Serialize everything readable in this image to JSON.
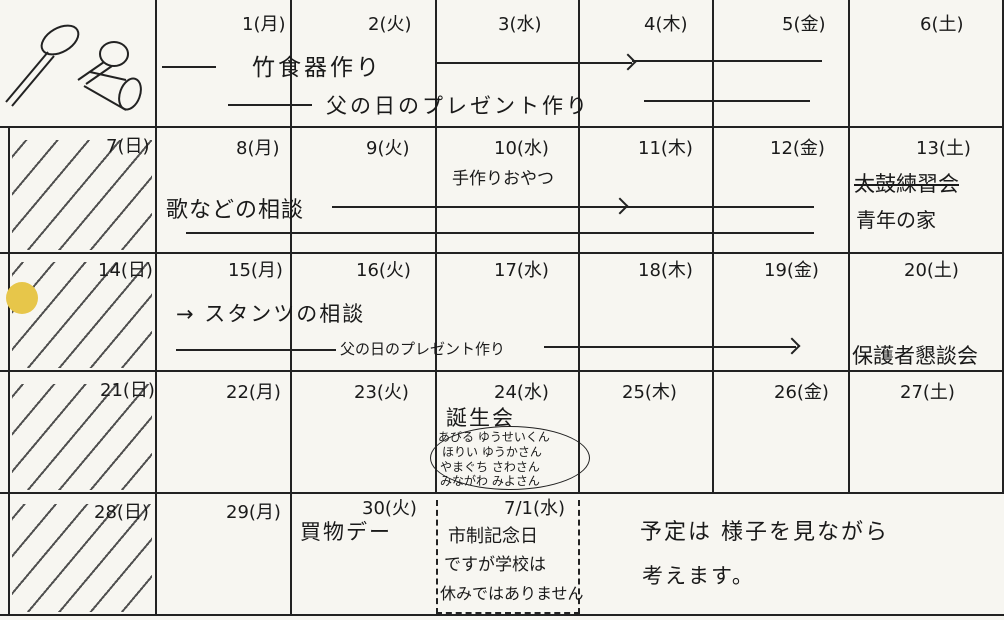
{
  "calendar": {
    "weeks": [
      {
        "days": [
          "1(月)",
          "2(火)",
          "3(水)",
          "4(木)",
          "5(金)",
          "6(土)"
        ]
      },
      {
        "days": [
          "7(日)",
          "8(月)",
          "9(火)",
          "10(水)",
          "11(木)",
          "12(金)",
          "13(土)"
        ]
      },
      {
        "days": [
          "14(日)",
          "15(月)",
          "16(火)",
          "17(水)",
          "18(木)",
          "19(金)",
          "20(土)"
        ]
      },
      {
        "days": [
          "21(日)",
          "22(月)",
          "23(火)",
          "24(水)",
          "25(木)",
          "26(金)",
          "27(土)"
        ]
      },
      {
        "days": [
          "28(日)",
          "29(月)",
          "30(火)",
          "7/1(水)"
        ]
      }
    ]
  },
  "events": {
    "bamboo_tableware": "竹食器作り",
    "fathers_day_gift_1": "父の日のプレゼント作り",
    "song_consult": "歌などの相談",
    "handmade_snack": "手作りおやつ",
    "taiko_practice": "太鼓練習会",
    "taiko_place": "青年の家",
    "stamp_consult": "→ スタンツの相談",
    "fathers_day_gift_2": "父の日のプレゼント作り",
    "parents_meeting": "保護者懇談会",
    "birthday_party": "誕生会",
    "birthday_names": [
      "あびる ゆうせいくん",
      "ほりい ゆうかさん",
      "やまぐち さわさん",
      "みながわ みよさん"
    ],
    "shopping_day": "買物デー",
    "founding_day": [
      "市制記念日",
      "ですが学校は",
      "休みではありません"
    ],
    "note": [
      "予定は 様子を見ながら",
      "考えます。"
    ]
  }
}
